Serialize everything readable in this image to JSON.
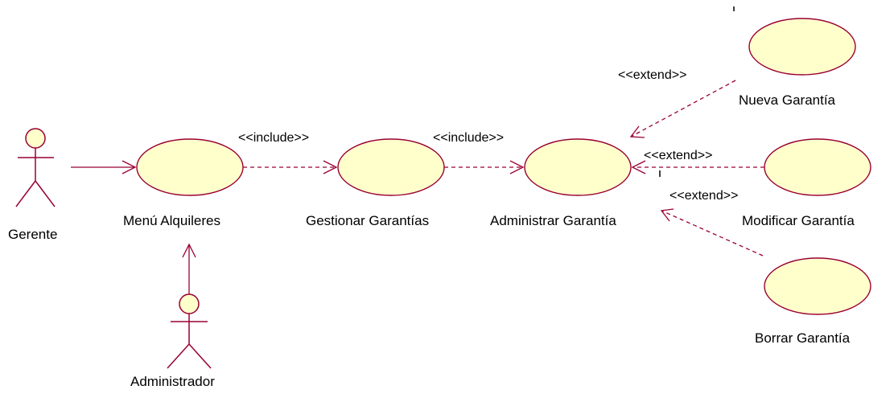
{
  "actors": {
    "gerente": "Gerente",
    "administrador": "Administrador"
  },
  "use_cases": {
    "menu_alquileres": "Menú Alquileres",
    "gestionar_garantias": "Gestionar Garantías",
    "administrar_garantia": "Administrar Garantía",
    "nueva_garantia": "Nueva Garantía",
    "modificar_garantia": "Modificar Garantía",
    "borrar_garantia": "Borrar Garantía"
  },
  "stereotypes": {
    "include_1": "<<include>>",
    "include_2": "<<include>>",
    "extend_nueva": "<<extend>>",
    "extend_modificar": "<<extend>>",
    "extend_borrar": "<<extend>>"
  },
  "colors": {
    "ellipse_fill": "#FFFFCC",
    "line": "#990033",
    "text": "#000000"
  }
}
